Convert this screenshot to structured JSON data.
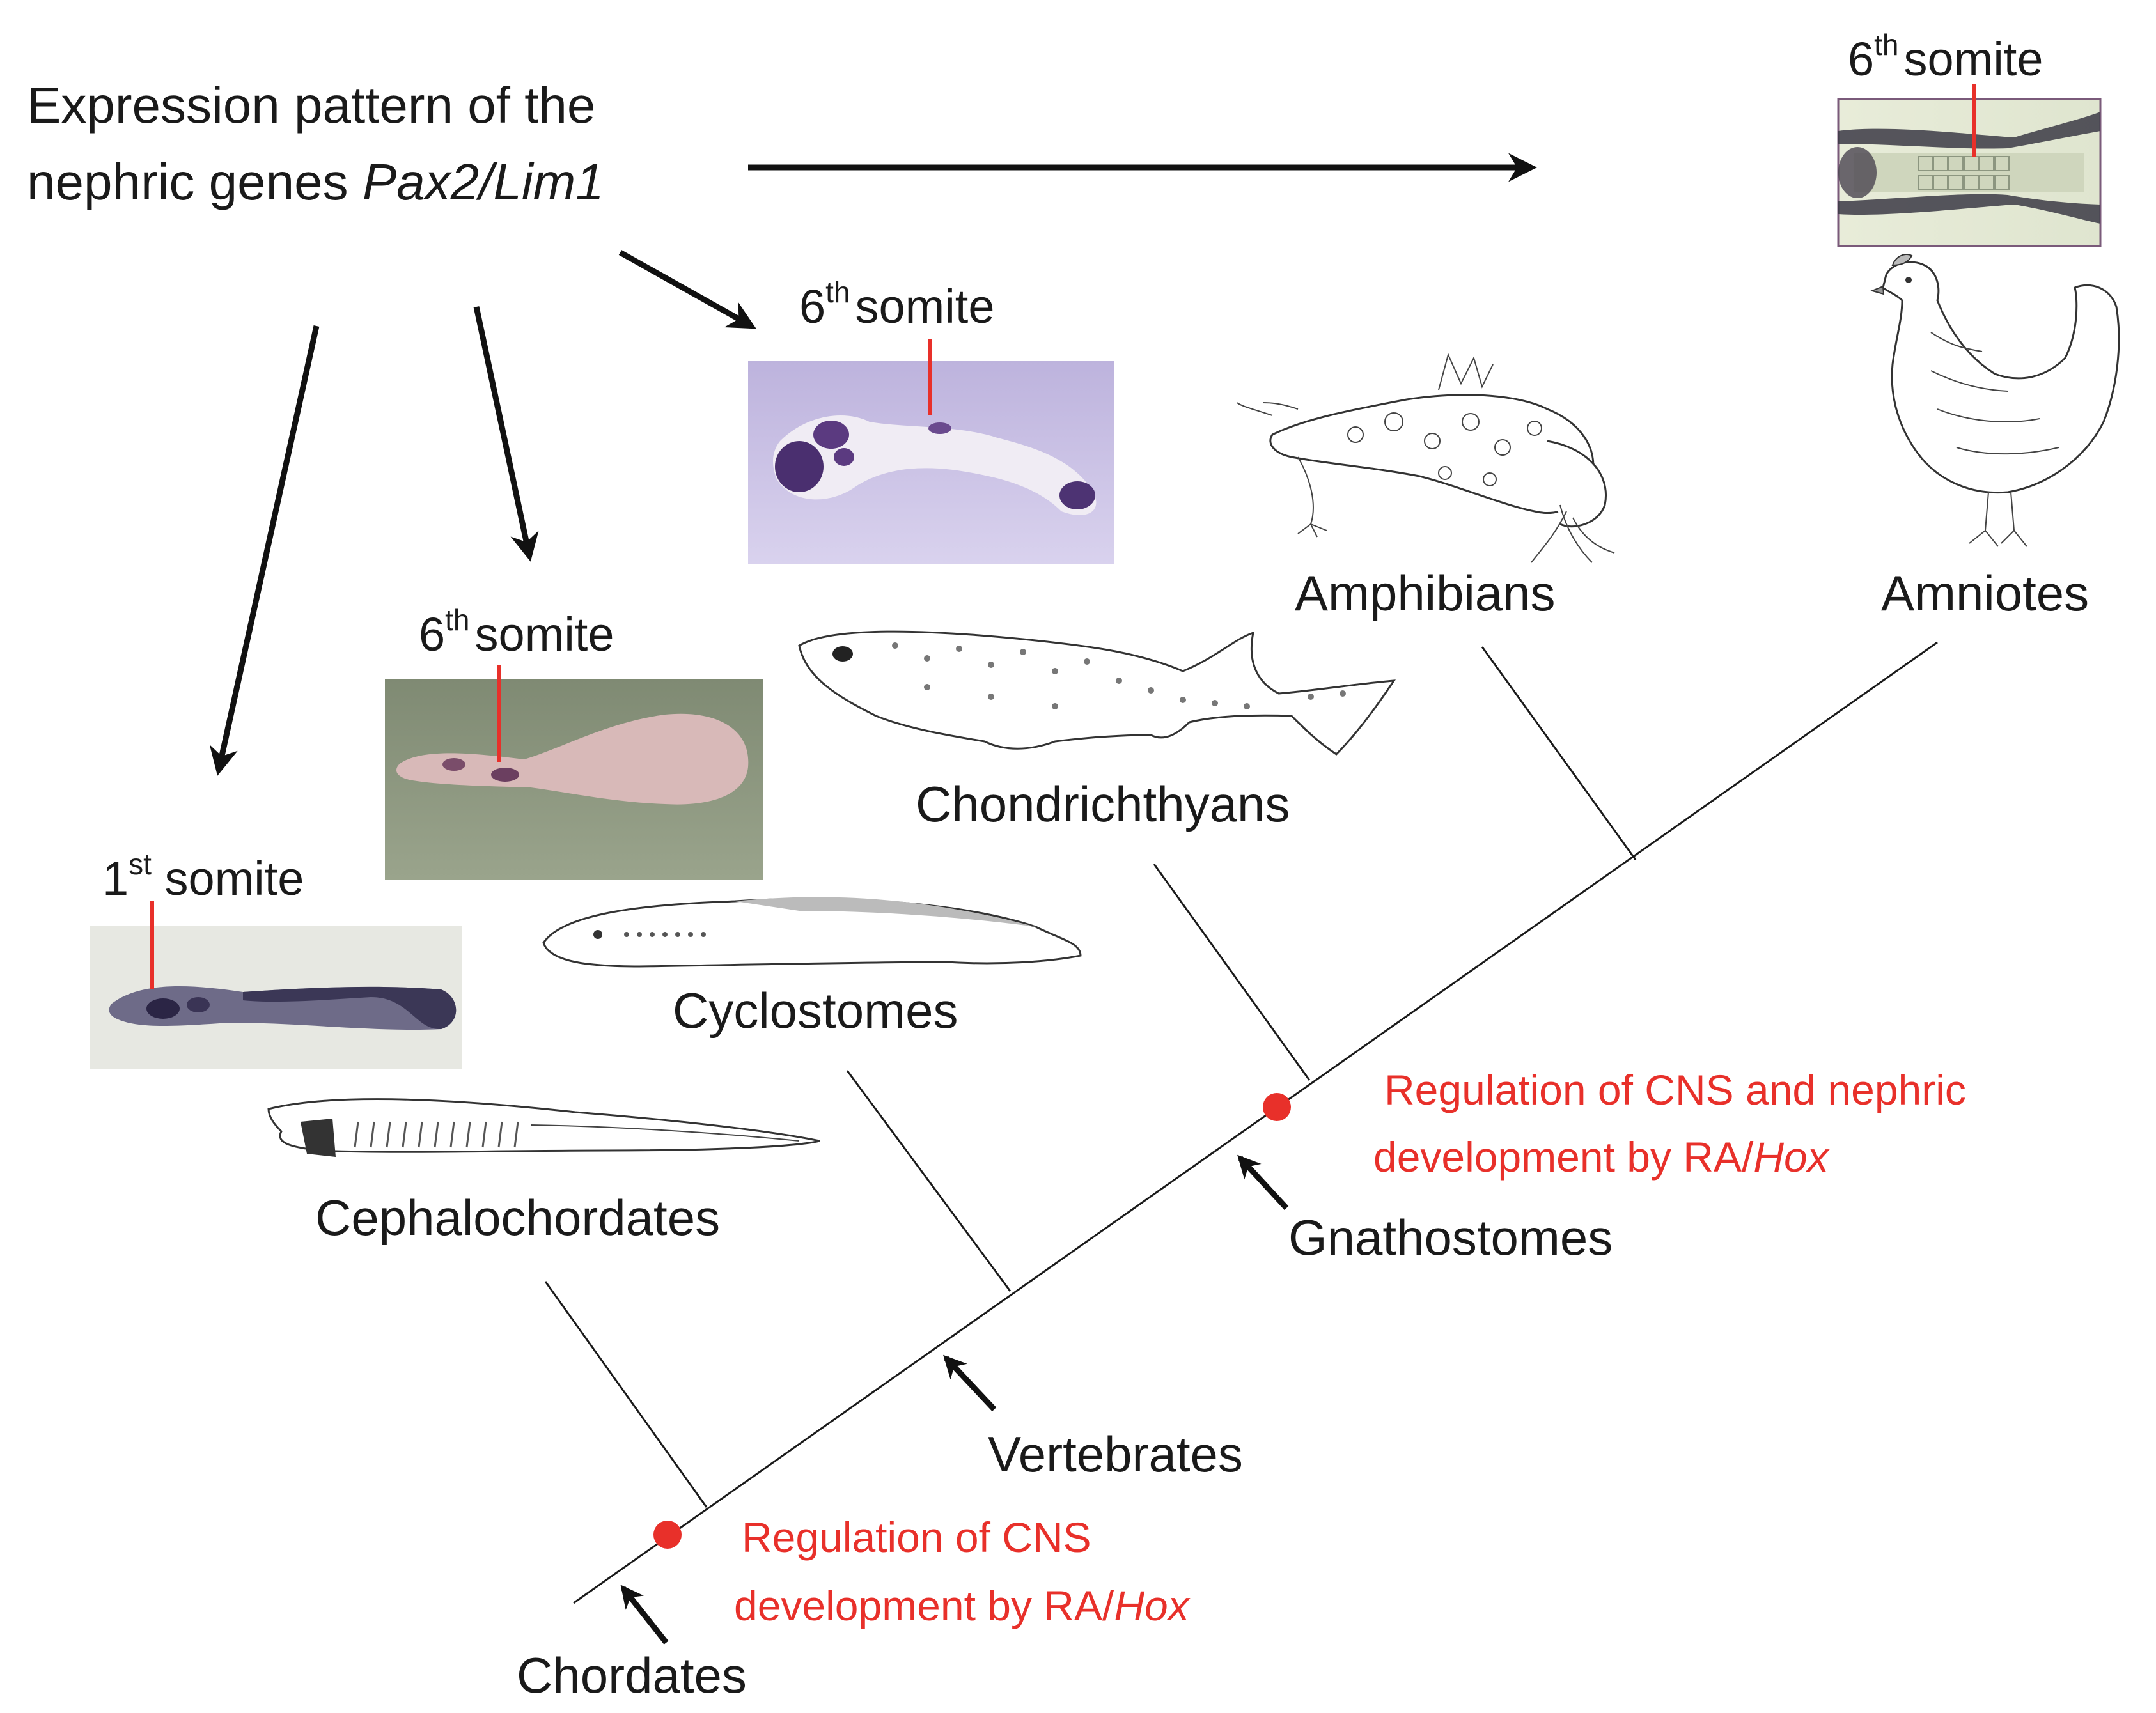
{
  "title": {
    "line1": "Expression pattern of the",
    "line2_prefix": "nephric genes ",
    "line2_italic": "Pax2/Lim1"
  },
  "taxa": {
    "cephalochordates": "Cephalochordates",
    "cyclostomes": "Cyclostomes",
    "chondrichthyans": "Chondrichthyans",
    "amphibians": "Amphibians",
    "amniotes": "Amniotes"
  },
  "nodes": {
    "chordates": "Chordates",
    "vertebrates": "Vertebrates",
    "gnathostomes": "Gnathostomes"
  },
  "somites": {
    "cephalochordate": {
      "num": "1",
      "sup": "st",
      "word": " somite"
    },
    "cyclostome": {
      "num": "6",
      "sup": "th",
      "word": "somite"
    },
    "chondrichthyan": {
      "num": "6",
      "sup": "th",
      "word": "somite"
    },
    "amniote": {
      "num": "6",
      "sup": "th",
      "word": "somite"
    }
  },
  "annotations": {
    "chordate_line1": "Regulation of CNS",
    "chordate_line2_prefix": "development by RA/",
    "chordate_line2_italic": "Hox",
    "gnathostome_line1": "Regulation of CNS and nephric",
    "gnathostome_line2_prefix": "development by RA/",
    "gnathostome_line2_italic": "Hox"
  },
  "colors": {
    "accent_red": "#e8302a",
    "ink": "#1a1a1a"
  }
}
